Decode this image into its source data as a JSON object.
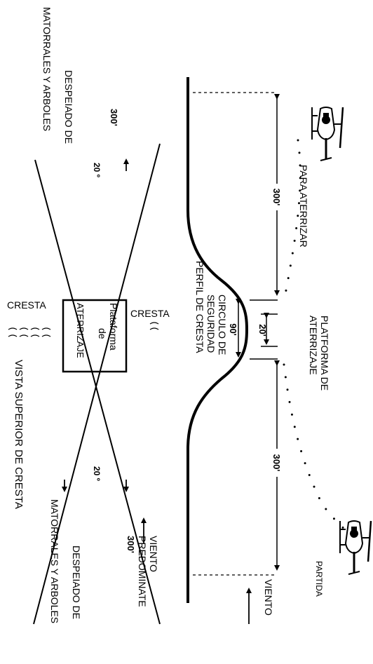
{
  "profile": {
    "to_land": "PARA ATERRIZAR",
    "landing_pad_line1": "PLATFORMA DE",
    "landing_pad_line2": "ATERRIZAJE",
    "departure": "PARTIDA",
    "wind": "VIENTO",
    "dist_left": "300'",
    "dist_right": "300'",
    "dist_pad": "20'",
    "dist_circle": "90'",
    "safety_circle_line1": "CIRCULO DE",
    "safety_circle_line2": "SEGURIDAD",
    "ridge_profile": "PERFIL DE CRESTA"
  },
  "top_view": {
    "clearing_left_line1": "DESPEIADO DE",
    "clearing_left_line2": "MATORRALES Y ARBOLES",
    "clearing_right_line1": "DESPEIADO DE",
    "clearing_right_line2": "MATORRALES Y ARBOLES",
    "dist_left": "300'",
    "angle_left": "20 º",
    "angle_right": "20 º",
    "ridge_left": "CRESTA",
    "ridge_right": "CRESTA",
    "pad_line1": "Plataforma",
    "pad_line2": "de",
    "pad_line3": "ATERRIZAJE",
    "caption": "VISTA SUPERIOR DE CRESTA",
    "wind_line1": "VIENTO",
    "wind_line2": "PREDOMINATE",
    "wind_line3": "300'"
  }
}
